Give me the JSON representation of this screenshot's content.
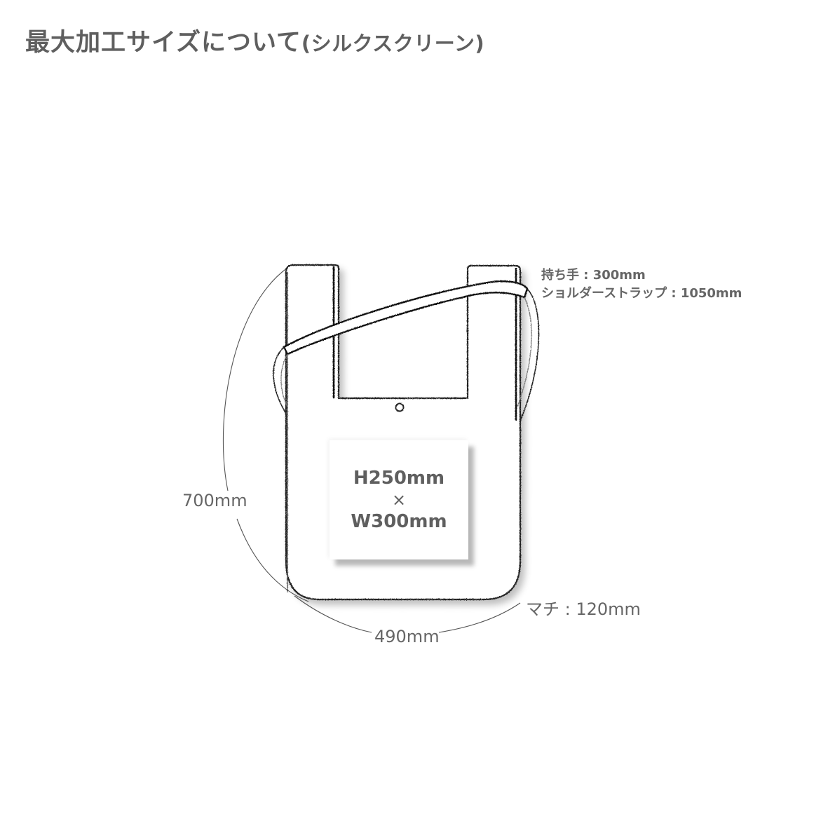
{
  "title": {
    "main": "最大加工サイズについて",
    "sub": "(シルクスクリーン)"
  },
  "specs": {
    "handle_label": "持ち手 : 300mm",
    "strap_label": "ショルダーストラップ : 1050mm",
    "height_label": "700mm",
    "width_label": "490mm",
    "gusset_label": "マチ : 120mm"
  },
  "print_area": {
    "height": "H250mm",
    "times": "×",
    "width": "W300mm"
  },
  "colors": {
    "text": "#5f5f5f",
    "outline": "#1a1a1a",
    "dimension_line": "#555555",
    "background": "#ffffff"
  }
}
